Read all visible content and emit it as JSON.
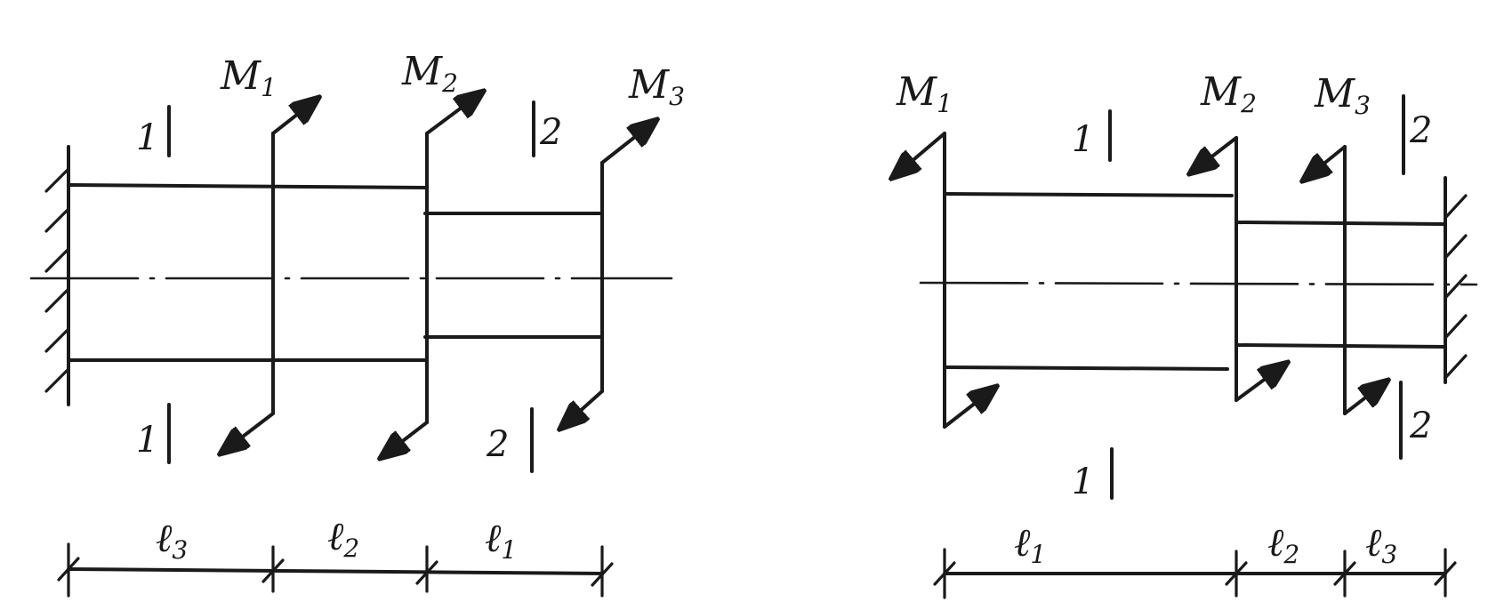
{
  "left_diagram": {
    "moments": [
      {
        "letter": "M",
        "sub": "1"
      },
      {
        "letter": "M",
        "sub": "2"
      },
      {
        "letter": "M",
        "sub": "3"
      }
    ],
    "sections": {
      "s1_top": "1",
      "s1_bottom": "1",
      "s2_top": "2",
      "s2_bottom": "2"
    },
    "lengths": [
      {
        "letter": "ℓ",
        "sub": "3"
      },
      {
        "letter": "ℓ",
        "sub": "2"
      },
      {
        "letter": "ℓ",
        "sub": "1"
      }
    ]
  },
  "right_diagram": {
    "moments": [
      {
        "letter": "M",
        "sub": "1"
      },
      {
        "letter": "M",
        "sub": "2"
      },
      {
        "letter": "M",
        "sub": "3"
      }
    ],
    "sections": {
      "s1_top": "1",
      "s1_bottom": "1",
      "s2_top": "2",
      "s2_bottom": "2"
    },
    "lengths": [
      {
        "letter": "ℓ",
        "sub": "1"
      },
      {
        "letter": "ℓ",
        "sub": "2"
      },
      {
        "letter": "ℓ",
        "sub": "3"
      }
    ]
  }
}
